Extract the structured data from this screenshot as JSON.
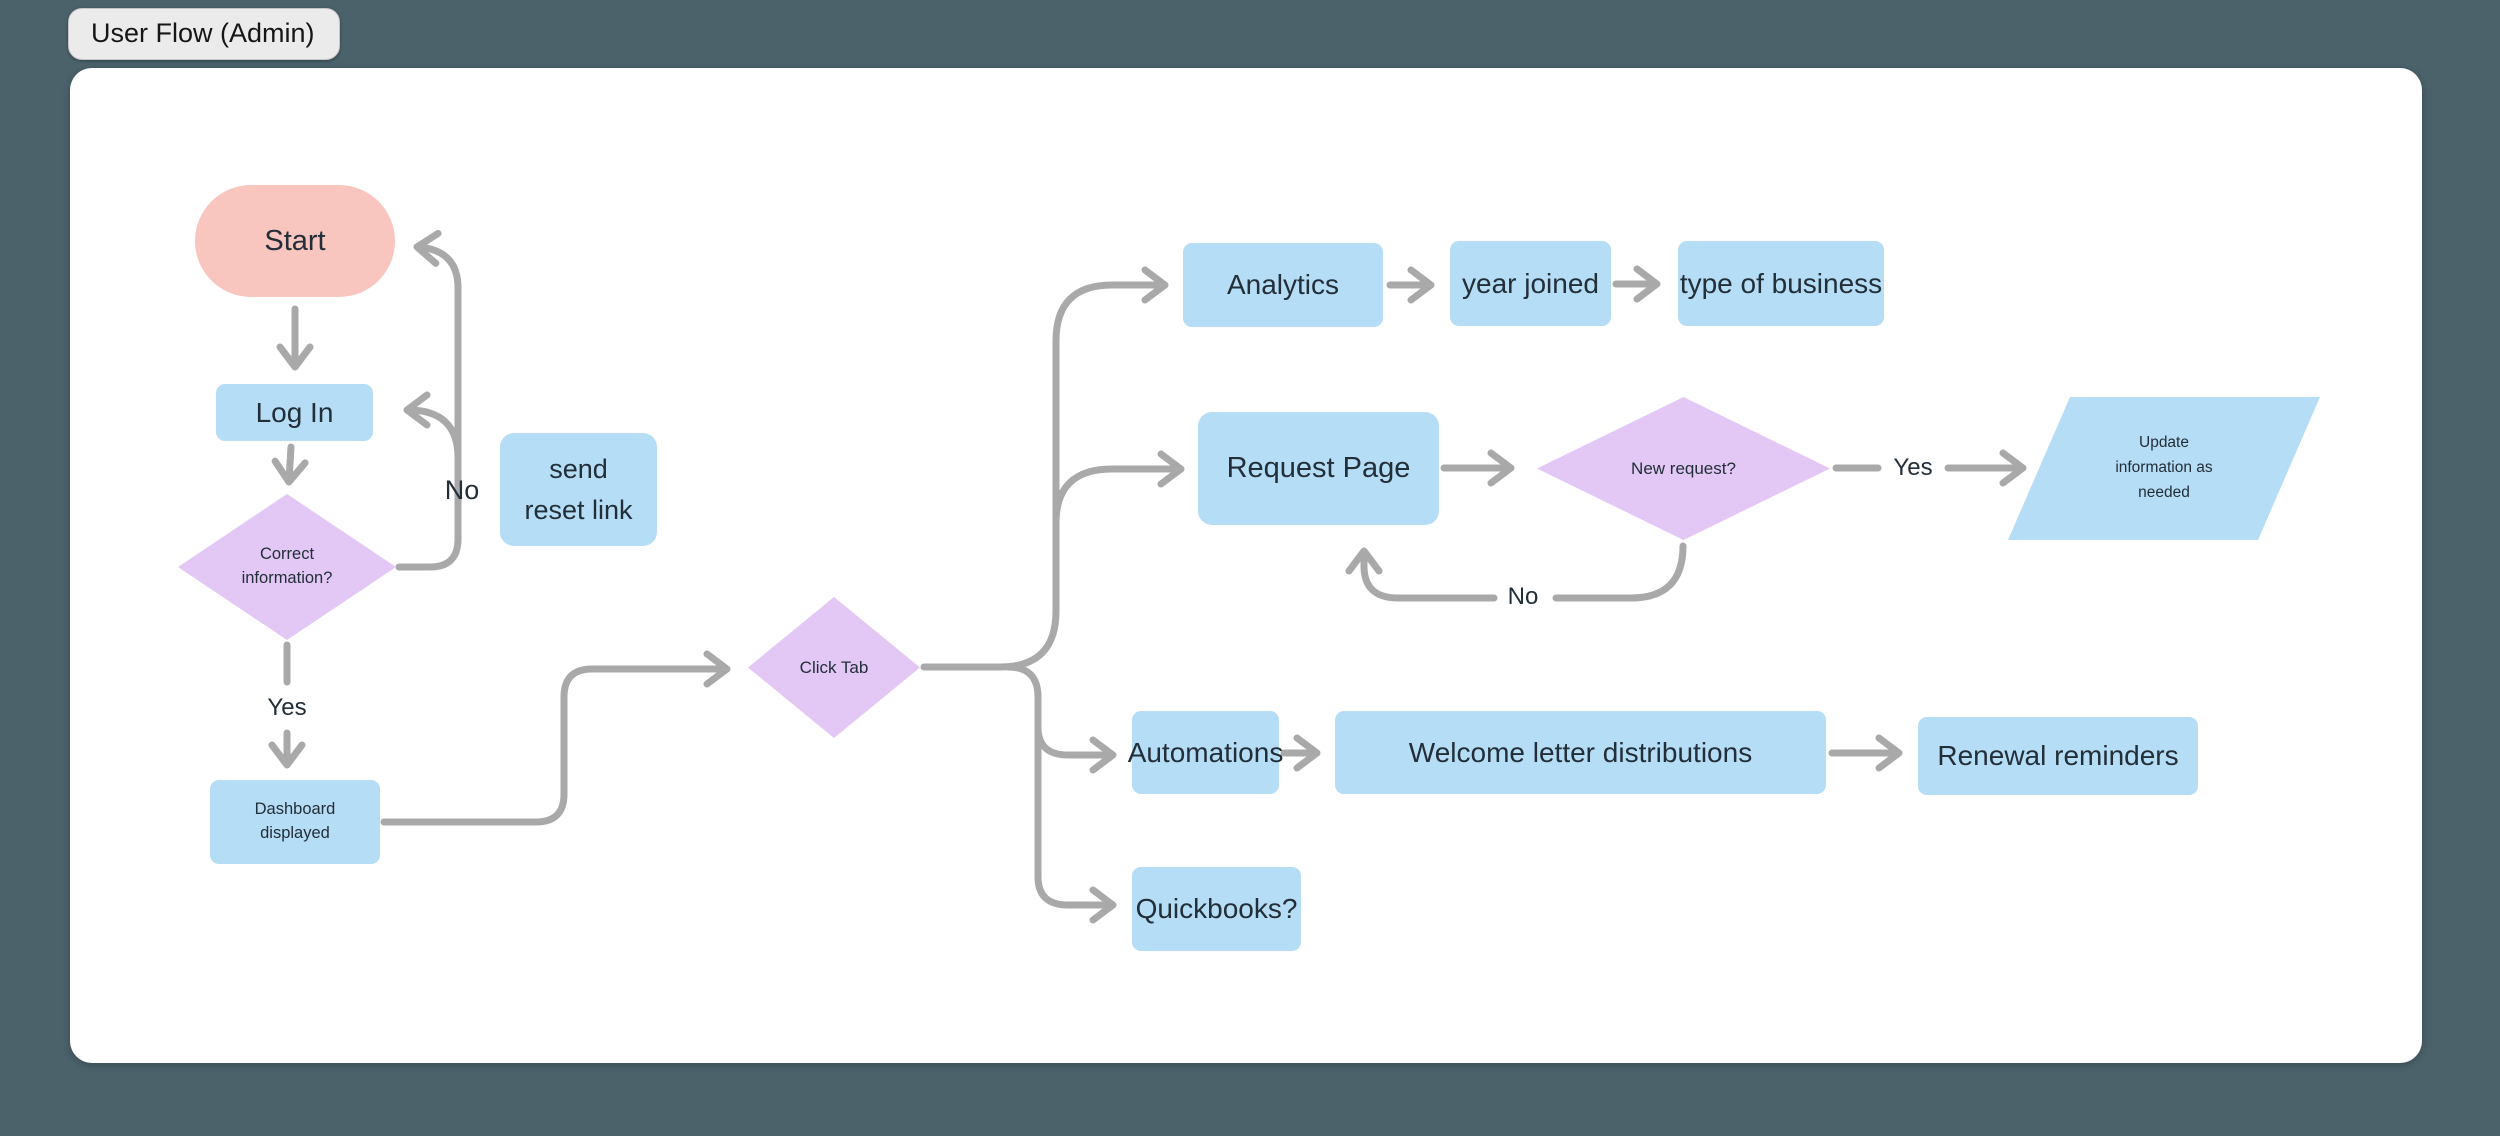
{
  "title": {
    "label": "User Flow (Admin)"
  },
  "colors": {
    "background": "#4b626b",
    "board": "#ffffff",
    "process_fill": "#b6ddf6",
    "terminator_fill": "#f8c5bf",
    "decision_fill": "#e3c7f5",
    "connector": "#a9a9a9",
    "text": "#222e38",
    "title_pill": "#ebebeb"
  },
  "nodes": {
    "start": {
      "label": "Start"
    },
    "login": {
      "label": "Log In"
    },
    "correct_info": {
      "lines": [
        "Correct",
        "information?"
      ]
    },
    "send_reset": {
      "lines": [
        "send",
        "reset link"
      ]
    },
    "dashboard": {
      "lines": [
        "Dashboard",
        "displayed"
      ]
    },
    "click_tab": {
      "label": "Click Tab"
    },
    "analytics": {
      "label": "Analytics"
    },
    "year_joined": {
      "label": "year joined"
    },
    "type_of_business": {
      "label": "type of business"
    },
    "request_page": {
      "label": "Request Page"
    },
    "new_request": {
      "label": "New request?"
    },
    "update_info": {
      "lines": [
        "Update",
        "information as",
        "needed"
      ]
    },
    "automations": {
      "label": "Automations"
    },
    "welcome_letter": {
      "label": "Welcome letter distributions"
    },
    "renewal_reminders": {
      "label": "Renewal reminders"
    },
    "quickbooks": {
      "label": "Quickbooks?"
    }
  },
  "edge_labels": {
    "no_reset": "No",
    "yes_dashboard": "Yes",
    "yes_update": "Yes",
    "no_return": "No"
  }
}
